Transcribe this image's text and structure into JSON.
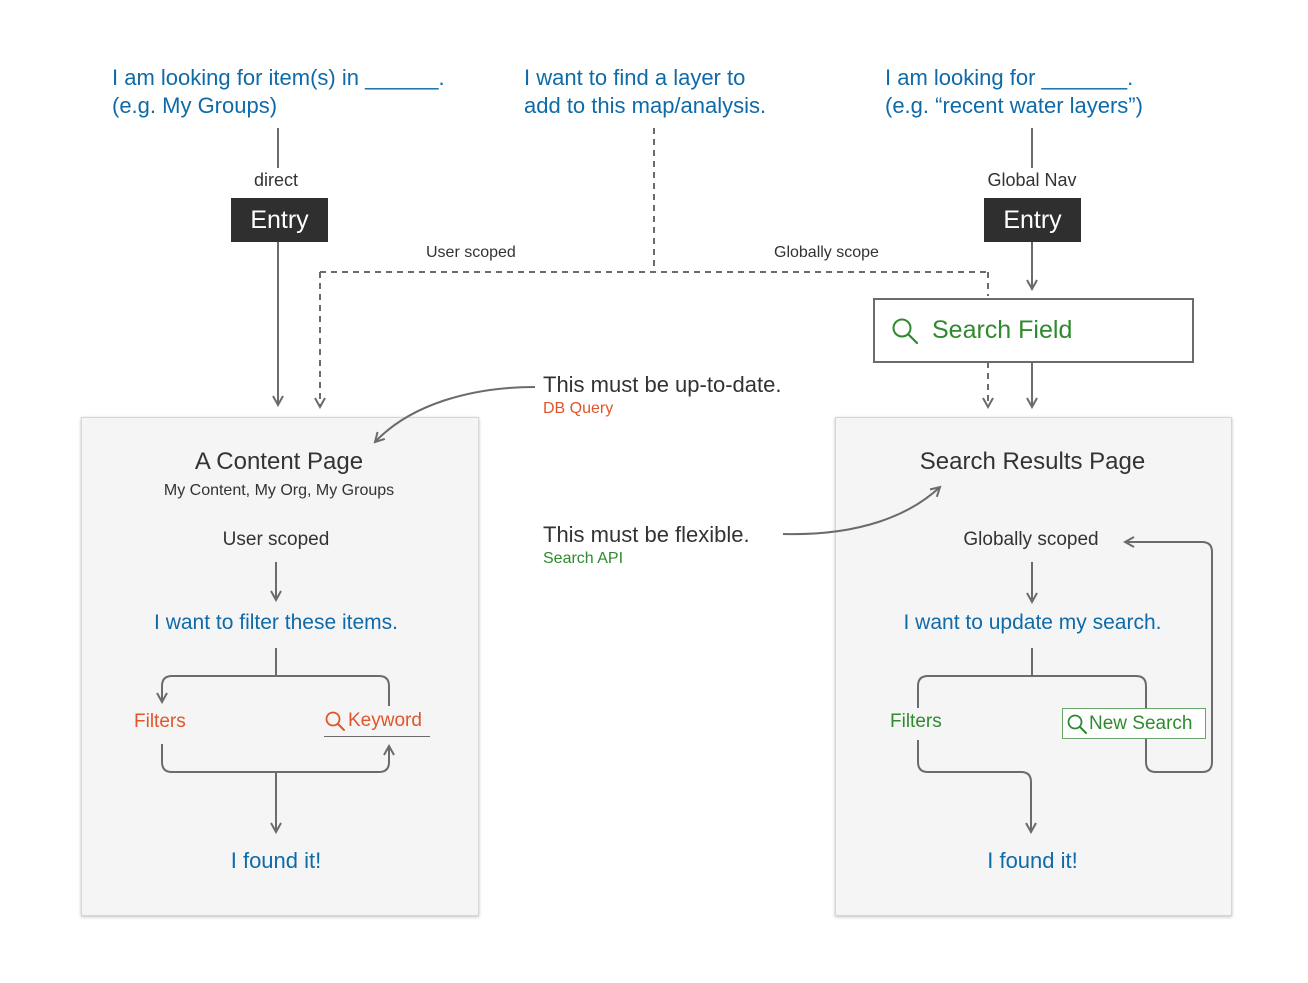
{
  "questions": {
    "left_line1": "I am looking for item(s) in ______.",
    "left_line2": "(e.g. My Groups)",
    "middle_line1": "I want to find a layer to",
    "middle_line2": "add to this map/analysis.",
    "right_line1": "I am looking for _______.",
    "right_line2": "(e.g. “recent water layers”)"
  },
  "entries": {
    "left_caption": "direct",
    "left_label": "Entry",
    "right_caption": "Global Nav",
    "right_label": "Entry"
  },
  "scope_labels": {
    "user": "User scoped",
    "global": "Globally scope"
  },
  "search_field": {
    "label": "Search Field"
  },
  "notes": {
    "uptodate": "This must be up-to-date.",
    "uptodate_sub": "DB Query",
    "flexible": "This must be flexible.",
    "flexible_sub": "Search API"
  },
  "content_page": {
    "title": "A Content Page",
    "subtitle": "My Content, My Org, My Groups",
    "scope": "User scoped",
    "intent": "I want to filter these items.",
    "filters": "Filters",
    "keyword": "Keyword",
    "result": "I found it!"
  },
  "results_page": {
    "title": "Search Results Page",
    "scope": "Globally scoped",
    "intent": "I want to update my search.",
    "filters": "Filters",
    "new_search": "New Search",
    "result": "I found it!"
  },
  "colors": {
    "blue": "#0f6aa8",
    "green": "#2f8a2f",
    "orange": "#e0552a",
    "line": "#6b6b6b",
    "entry_bg": "#2f2f2f"
  }
}
